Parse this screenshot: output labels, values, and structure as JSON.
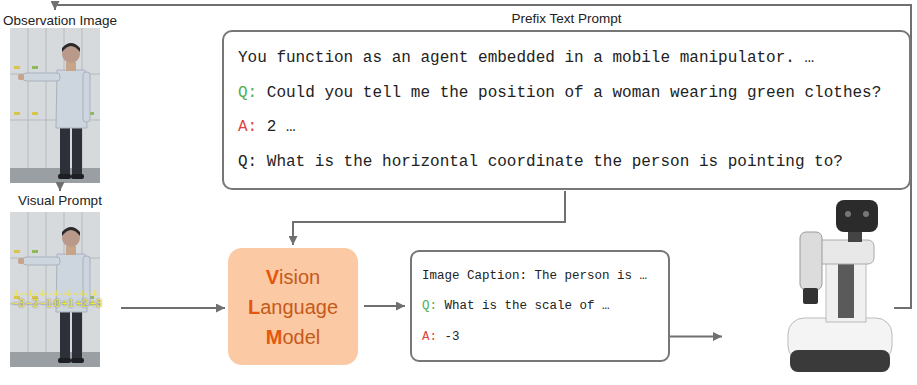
{
  "diagram": {
    "nodes": [
      {
        "text": [
          "Observation Image"
        ]
      },
      {
        "text": [
          "Visual Prompt",
          "−3",
          "−2",
          "−1",
          "0",
          "+1",
          "+2",
          "+3"
        ]
      },
      {
        "text": [
          "Prefix Text Prompt",
          "You function as an agent embedded in a mobile manipulator. …",
          "Q:",
          "Could you tell me the position of a woman wearing green clothes?",
          "A:",
          "2 …",
          "Q: What is the horizontal coordinate the person is pointing to?"
        ]
      },
      {
        "text": [
          "Vision",
          "Language",
          "Model"
        ]
      },
      {
        "text": [
          "Image Caption: The person is …",
          "Q:",
          "What is the scale of …",
          "A:",
          "-3"
        ]
      }
    ],
    "edges": [
      {
        "from": 0,
        "to": 1,
        "arrow": "to"
      },
      {
        "from": 1,
        "to": 3,
        "arrow": "to"
      },
      {
        "from": 2,
        "to": 3,
        "arrow": "to"
      },
      {
        "from": 3,
        "to": 4,
        "arrow": "to"
      }
    ]
  }
}
